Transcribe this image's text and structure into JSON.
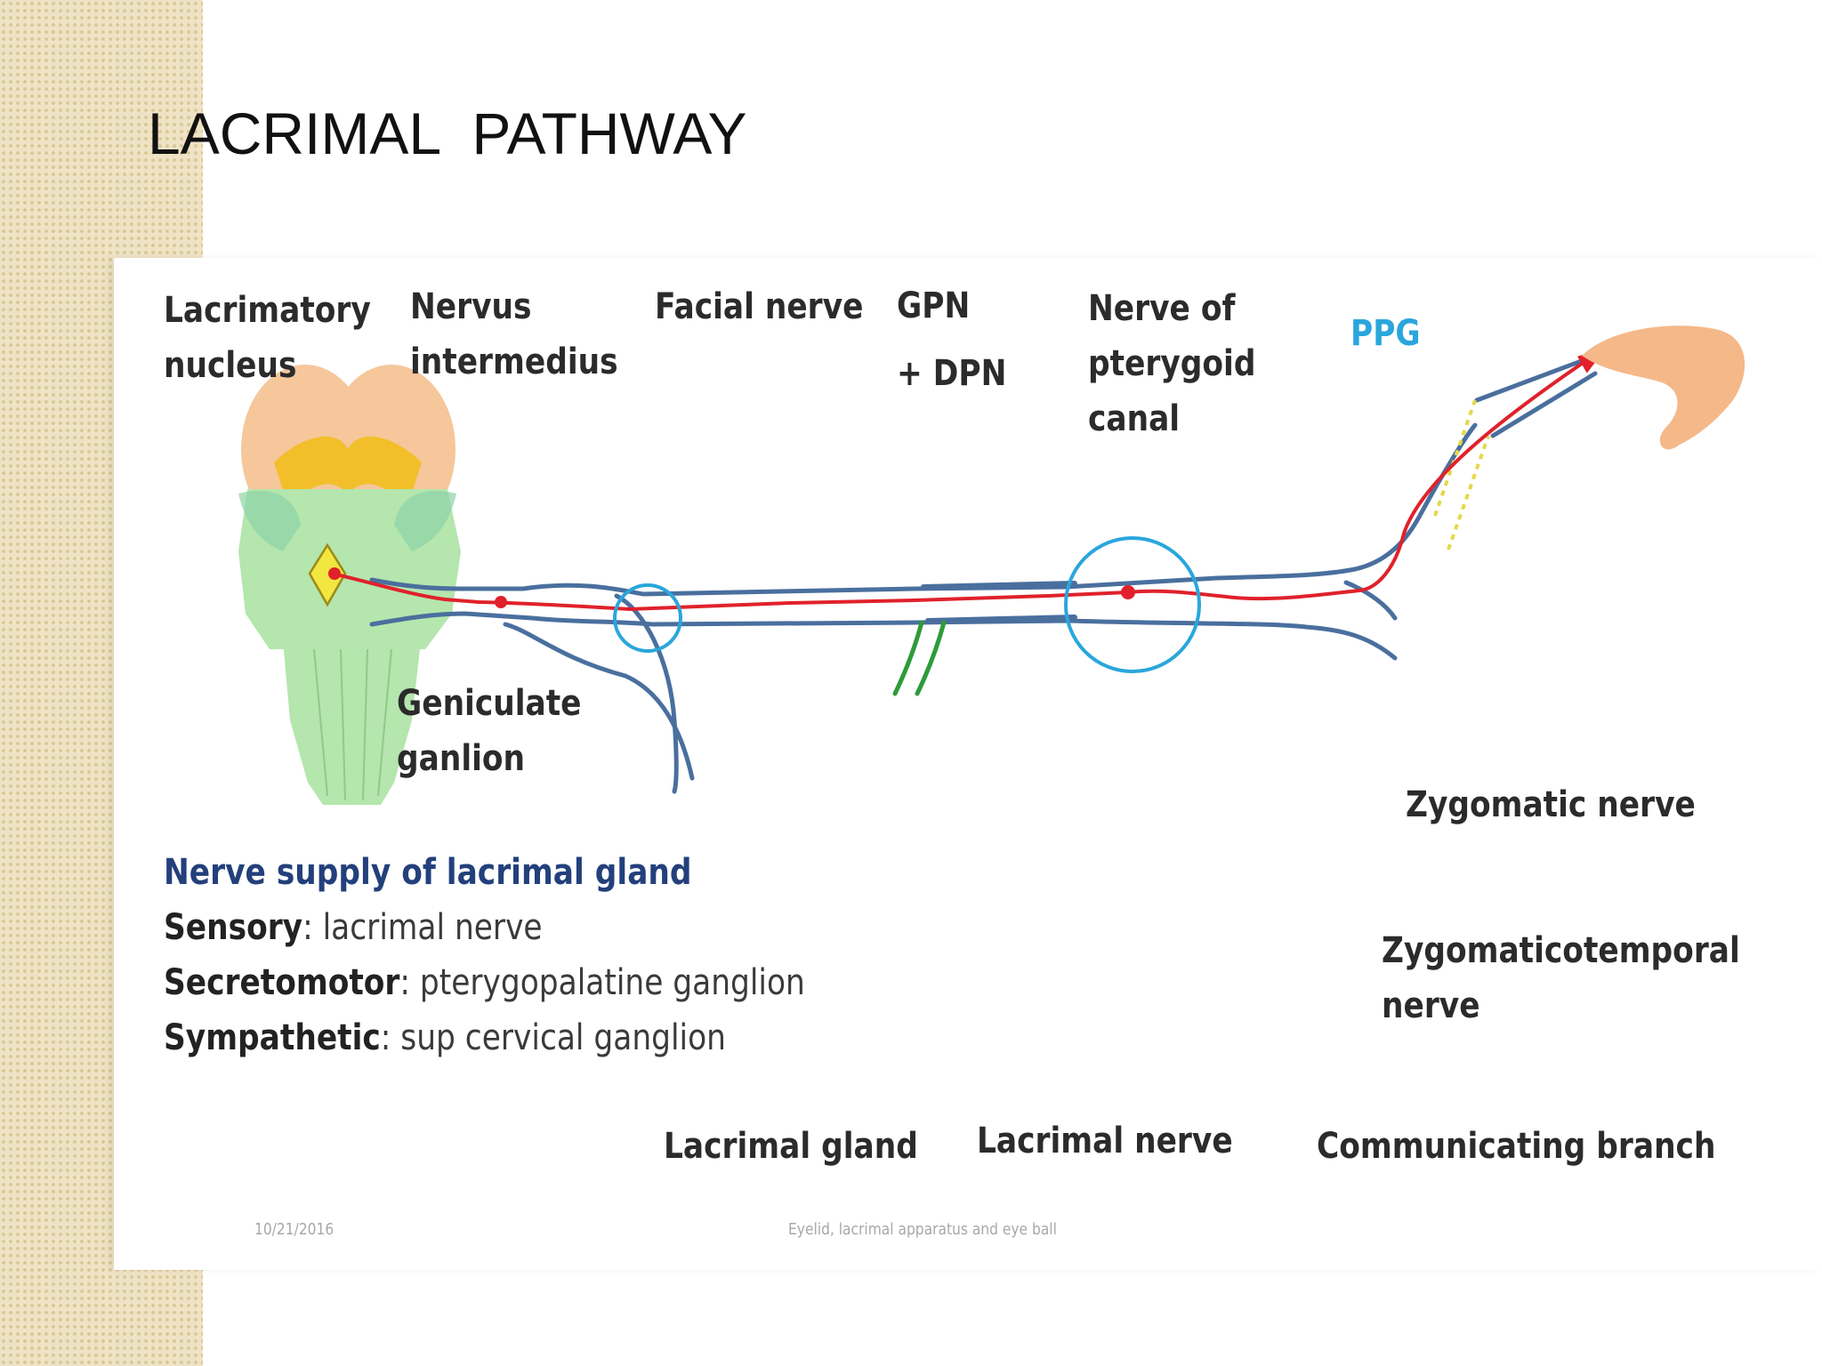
{
  "slide": {
    "title": "LACRIMAL  PATHWAY"
  },
  "diagram": {
    "labels": {
      "lacrimatory_nucleus": "Lacrimatory\nnucleus",
      "nervus_intermedius": "Nervus\nintermedius",
      "facial_nerve": "Facial nerve",
      "gpn_dpn": "GPN\n+ DPN",
      "nerve_of_pterygoid_canal": "Nerve of\npterygoid\ncanal",
      "ppg": "PPG",
      "geniculate_ganglion": "Geniculate\nganlion",
      "zygomatic_nerve": "Zygomatic nerve",
      "zygomaticotemporal_nerve": "Zygomaticotemporal\nnerve",
      "lacrimal_gland": "Lacrimal gland",
      "lacrimal_nerve": "Lacrimal nerve",
      "communicating_branch": "Communicating branch"
    },
    "nerve_supply": {
      "heading": "Nerve supply of lacrimal gland",
      "items": [
        {
          "term": "Sensory",
          "desc": ": lacrimal nerve"
        },
        {
          "term": "Secretomotor",
          "desc": ": pterygopalatine ganglion"
        },
        {
          "term": "Sympathetic",
          "desc": ": sup cervical ganglion"
        }
      ]
    },
    "footer": {
      "date": "10/21/2016",
      "caption": "Eyelid, lacrimal apparatus and eye ball"
    },
    "colors": {
      "nerve_trunk": "#4a6f9e",
      "parasympathetic_path": "#e0212b",
      "ganglion_circle": "#2aa6dc",
      "gpn_stub": "#2e9b3a",
      "sympathetic_fibres": "#e4d94c",
      "lacrimal_gland": "#f5b889",
      "brainstem": "#a9e4a3",
      "nucleus_marker": "#f2e640",
      "ppg_label": "#2aa6dc"
    }
  }
}
